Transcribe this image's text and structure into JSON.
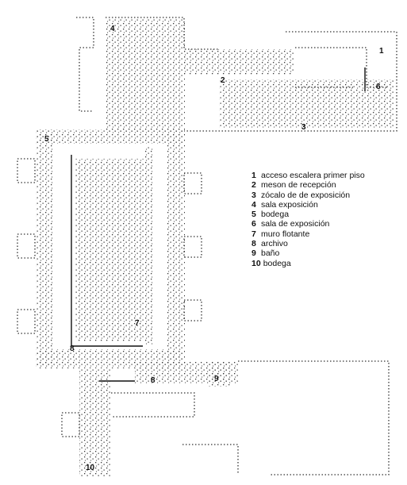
{
  "legend": [
    {
      "num": "1",
      "label": "acceso escalera primer piso"
    },
    {
      "num": "2",
      "label": "meson de recepción"
    },
    {
      "num": "3",
      "label": "zócalo de de exposición"
    },
    {
      "num": "4",
      "label": "sala exposición"
    },
    {
      "num": "5",
      "label": "bodega"
    },
    {
      "num": "6",
      "label": "sala de exposición"
    },
    {
      "num": "7",
      "label": "muro flotante"
    },
    {
      "num": "8",
      "label": "archivo"
    },
    {
      "num": "9",
      "label": "baño"
    },
    {
      "num": "10",
      "label": "bodega"
    }
  ],
  "plan_numbers": [
    "1",
    "2",
    "3",
    "4",
    "5",
    "6",
    "7",
    "8",
    "8",
    "9",
    "10"
  ]
}
